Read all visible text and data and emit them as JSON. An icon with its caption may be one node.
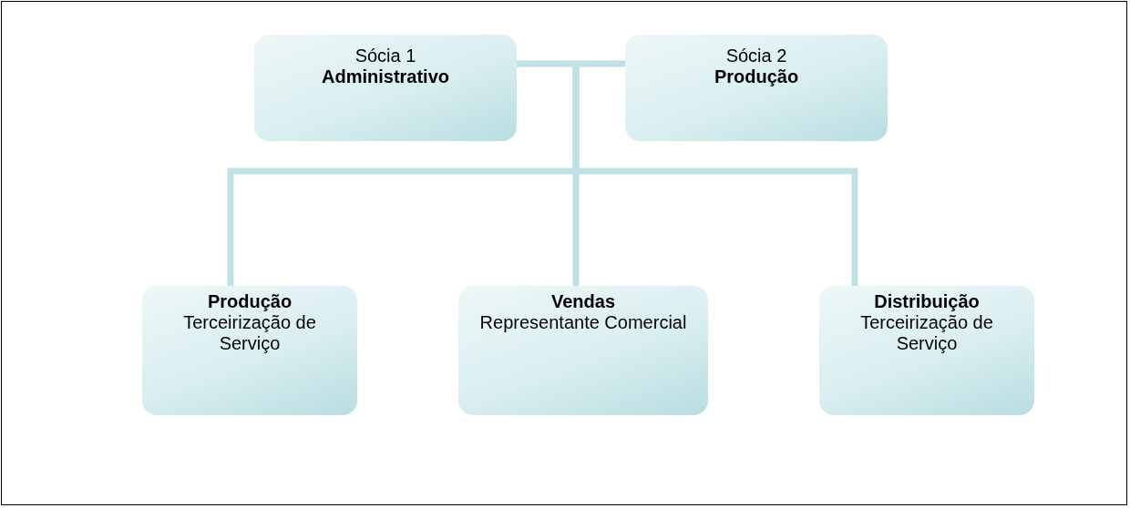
{
  "diagram": {
    "nodes": [
      {
        "text": [
          "Sócia 1",
          "Administrativo"
        ]
      },
      {
        "text": [
          "Sócia 2",
          "Produção"
        ]
      },
      {
        "text": [
          "Produção",
          "Terceirização de Serviço"
        ]
      },
      {
        "text": [
          "Vendas",
          "Representante Comercial"
        ]
      },
      {
        "text": [
          "Distribuição",
          "Terceirização de Serviço"
        ]
      }
    ],
    "edges": [
      {
        "from": 0,
        "to": 1,
        "arrow": "none"
      },
      {
        "from": null,
        "to": 2,
        "arrow": "none"
      },
      {
        "from": null,
        "to": 3,
        "arrow": "none"
      },
      {
        "from": null,
        "to": 4,
        "arrow": "none"
      }
    ]
  }
}
